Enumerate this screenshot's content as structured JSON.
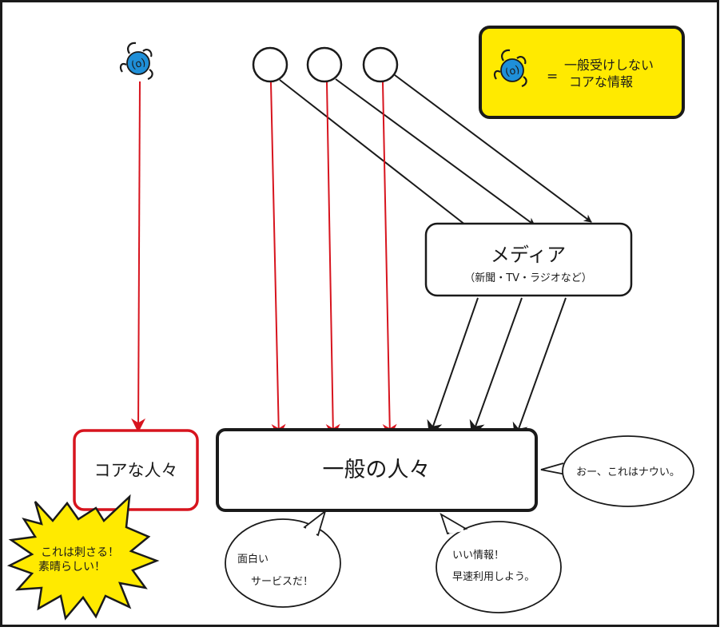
{
  "legend": {
    "line1": "一般受けしない",
    "line2": "コアな情報",
    "equals": "="
  },
  "nodes": {
    "media_title": "メディア",
    "media_subtitle": "（新聞・TV・ラジオなど）",
    "core_people": "コアな人々",
    "general_people": "一般の人々"
  },
  "bubbles": {
    "right": "おー、これはナウい。",
    "left_line1": "面白い",
    "left_line2": "サービスだ！",
    "mid_line1": "いい情報！",
    "mid_line2": "早速利用しよう。"
  },
  "burst": {
    "line1": "これは刺さる！",
    "line2": "素晴らしい！"
  },
  "colors": {
    "red": "#d7141e",
    "black": "#1a1a1a",
    "yellow": "#ffea00",
    "blue": "#1f8fd8"
  }
}
